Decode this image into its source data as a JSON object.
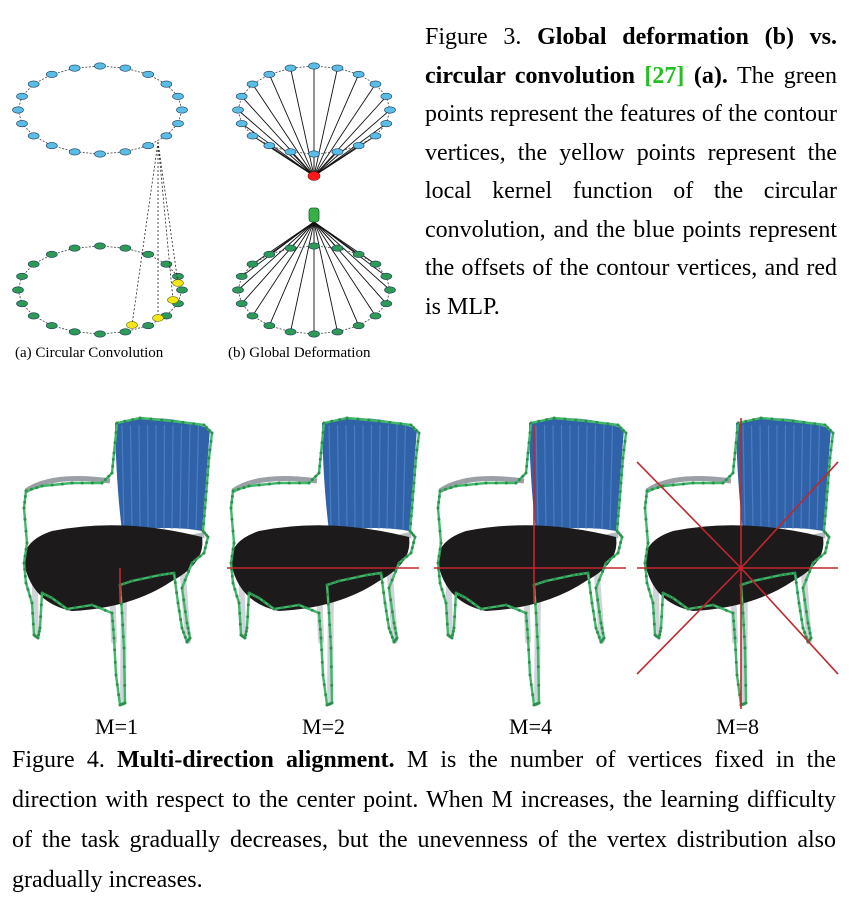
{
  "figure3": {
    "caption_label": "Figure 3.",
    "caption_bold": "Global deformation (b) vs. circular convolution",
    "cite_num": "27",
    "caption_bold2": "(a).",
    "caption_text": "The green points represent the features of the contour vertices, the yellow points represent the local kernel function of the circular convolution, and the blue points represent the offsets of the contour vertices, and red is MLP.",
    "sub_a": "(a) Circular Convolution",
    "sub_b": "(b) Global Deformation",
    "colors": {
      "blue_point": "#5bbde6",
      "green_point": "#2f9a55",
      "yellow_point": "#f2e61a",
      "red_point": "#ff1a1a"
    }
  },
  "figure4": {
    "panel_labels": [
      "M=1",
      "M=2",
      "M=4",
      "M=8"
    ],
    "caption_label": "Figure 4.",
    "caption_bold": "Multi-direction alignment.",
    "caption_text": "M is the number of vertices fixed in the direction with respect to the center point. When M increases, the learning difficulty of the task gradually decreases, but the unevenness of the vertex distribution also gradually increases.",
    "colors": {
      "contour": "#3fb86a",
      "direction_line": "#c0282d",
      "chair_back": "#2f62a8",
      "seat": "#1c1a1a"
    }
  }
}
